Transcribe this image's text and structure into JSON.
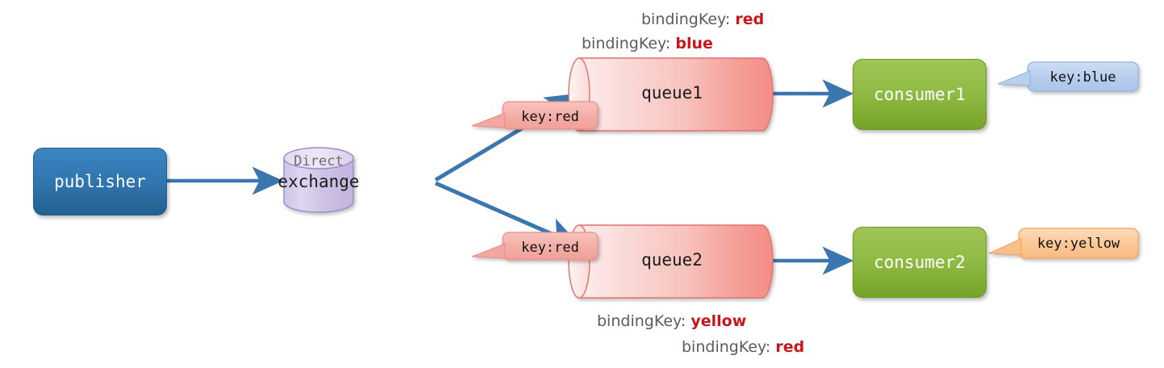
{
  "diagram": {
    "title": "RabbitMQ direct exchange routing diagram",
    "colors": {
      "publisher_blue": "#2f74ad",
      "consumer_green": "#8fba43",
      "exchange_purple": "#cdc2e4",
      "queue_pink": "#f79a96",
      "arrow_blue": "#3b77af",
      "callout_red": "#f5b0ab",
      "callout_blue": "#b9d0ee",
      "callout_orange": "#fbc896",
      "keyword_red": "#c9161d",
      "label_gray": "#5b5b5b"
    },
    "nodes": {
      "publisher": {
        "label": "publisher"
      },
      "exchange": {
        "type_label": "Direct",
        "label": "exchange"
      },
      "queue1": {
        "label": "queue1"
      },
      "queue2": {
        "label": "queue2"
      },
      "consumer1": {
        "label": "consumer1"
      },
      "consumer2": {
        "label": "consumer2"
      }
    },
    "binding_labels": [
      {
        "prefix": "bindingKey: ",
        "key": "red"
      },
      {
        "prefix": "bindingKey: ",
        "key": "blue"
      },
      {
        "prefix": "bindingKey: ",
        "key": "yellow"
      },
      {
        "prefix": "bindingKey: ",
        "key": "red"
      }
    ],
    "callouts": {
      "queue1_routing_key": "key:red",
      "queue2_routing_key": "key:red",
      "consumer1_key": "key:blue",
      "consumer2_key": "key:yellow"
    }
  }
}
